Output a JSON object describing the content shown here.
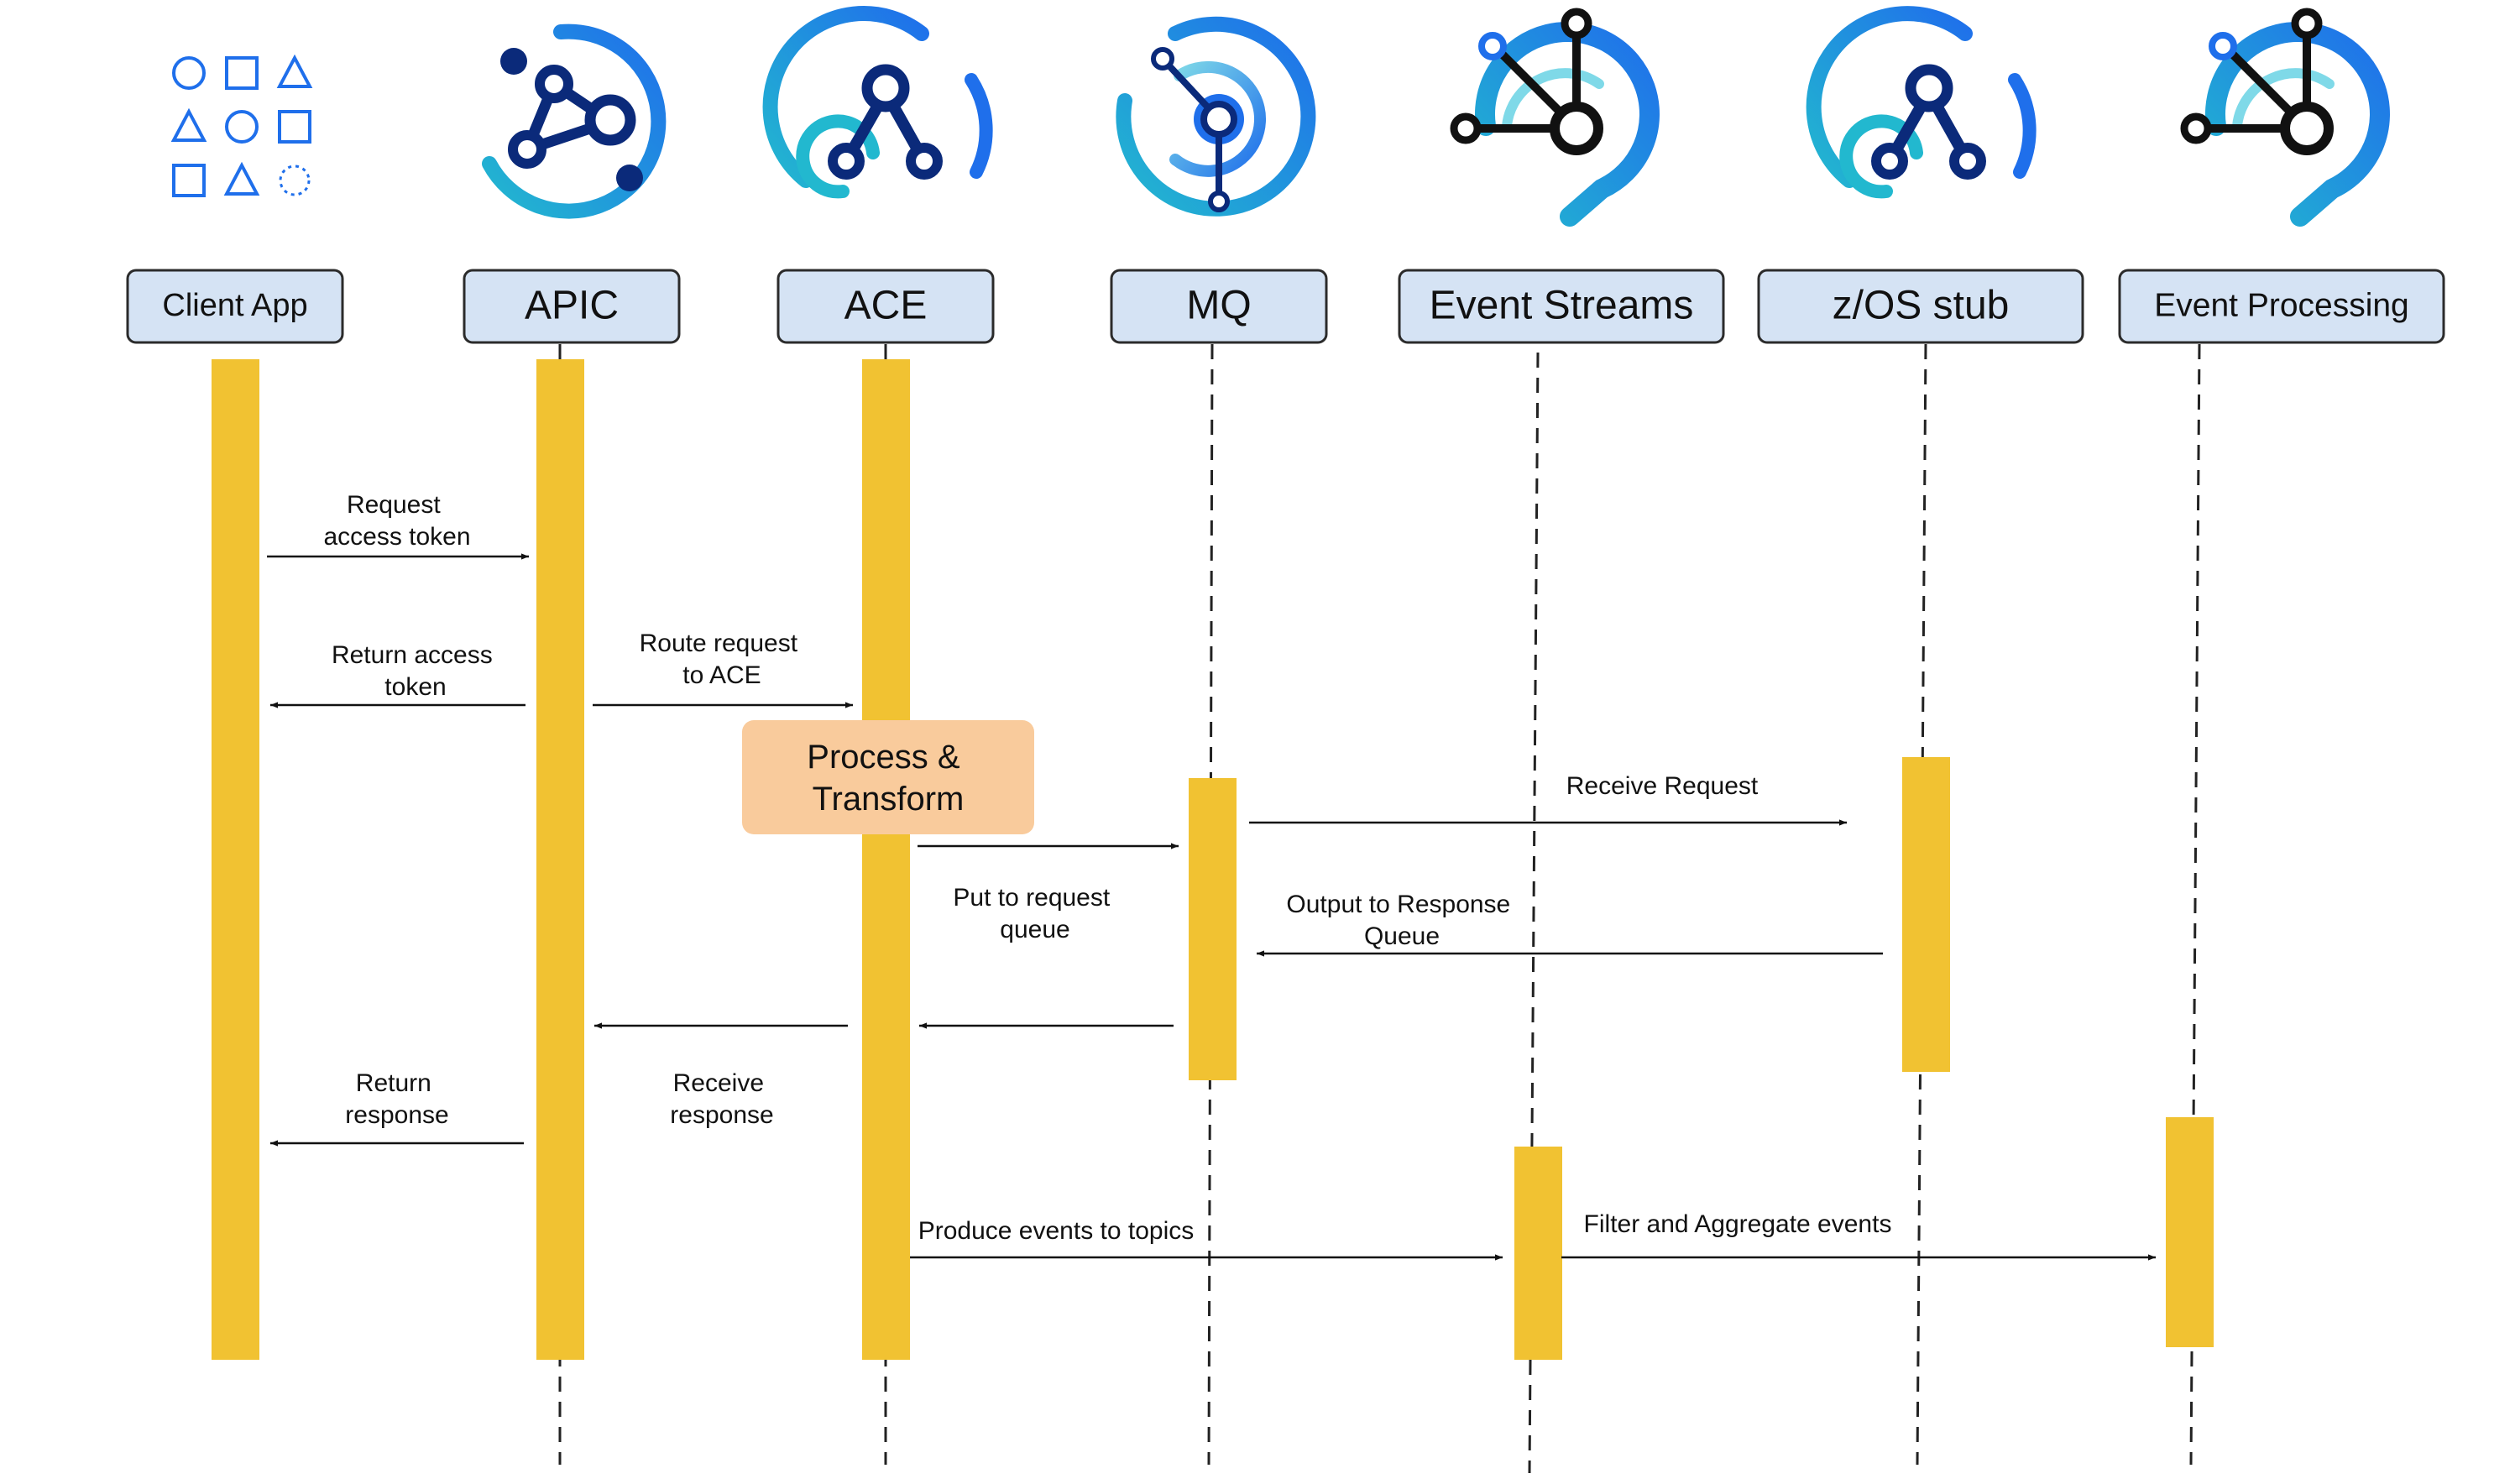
{
  "participants": [
    {
      "id": "client",
      "label": "Client App",
      "icon": "shapes-icon"
    },
    {
      "id": "apic",
      "label": "APIC",
      "icon": "api-connect-icon"
    },
    {
      "id": "ace",
      "label": "ACE",
      "icon": "app-connect-icon"
    },
    {
      "id": "mq",
      "label": "MQ",
      "icon": "mq-icon"
    },
    {
      "id": "es",
      "label": "Event Streams",
      "icon": "event-streams-icon"
    },
    {
      "id": "zos",
      "label": "z/OS stub",
      "icon": "app-connect-icon"
    },
    {
      "id": "ep",
      "label": "Event Processing",
      "icon": "event-streams-icon"
    }
  ],
  "messages": [
    {
      "from": "client",
      "to": "apic",
      "lines": [
        "Request",
        "access token"
      ]
    },
    {
      "from": "apic",
      "to": "client",
      "lines": [
        "Return access",
        "token"
      ]
    },
    {
      "from": "apic",
      "to": "ace",
      "lines": [
        "Route request",
        "to ACE"
      ]
    },
    {
      "from": "ace",
      "to": "mq",
      "lines": [
        "Put to request",
        "queue"
      ]
    },
    {
      "from": "mq",
      "to": "zos",
      "lines": [
        "Receive Request"
      ]
    },
    {
      "from": "zos",
      "to": "mq",
      "lines": [
        "Output to Response",
        "Queue"
      ]
    },
    {
      "from": "mq",
      "to": "ace",
      "lines": []
    },
    {
      "from": "ace",
      "to": "apic",
      "lines": [
        "Receive",
        "response"
      ]
    },
    {
      "from": "apic",
      "to": "client",
      "lines": [
        "Return",
        "response"
      ]
    },
    {
      "from": "ace",
      "to": "es",
      "lines": [
        "Produce events to topics"
      ]
    },
    {
      "from": "es",
      "to": "ep",
      "lines": [
        "Filter and Aggregate events"
      ]
    }
  ],
  "note": {
    "lines": [
      "Process &",
      "Transform"
    ]
  },
  "colors": {
    "activation": "#f1c232",
    "label_fill": "#d5e3f4",
    "note_fill": "#f9cb9c",
    "icon_dark": "#0b2a7a",
    "icon_blue": "#1f6feb",
    "icon_cyan": "#22b8cf"
  }
}
